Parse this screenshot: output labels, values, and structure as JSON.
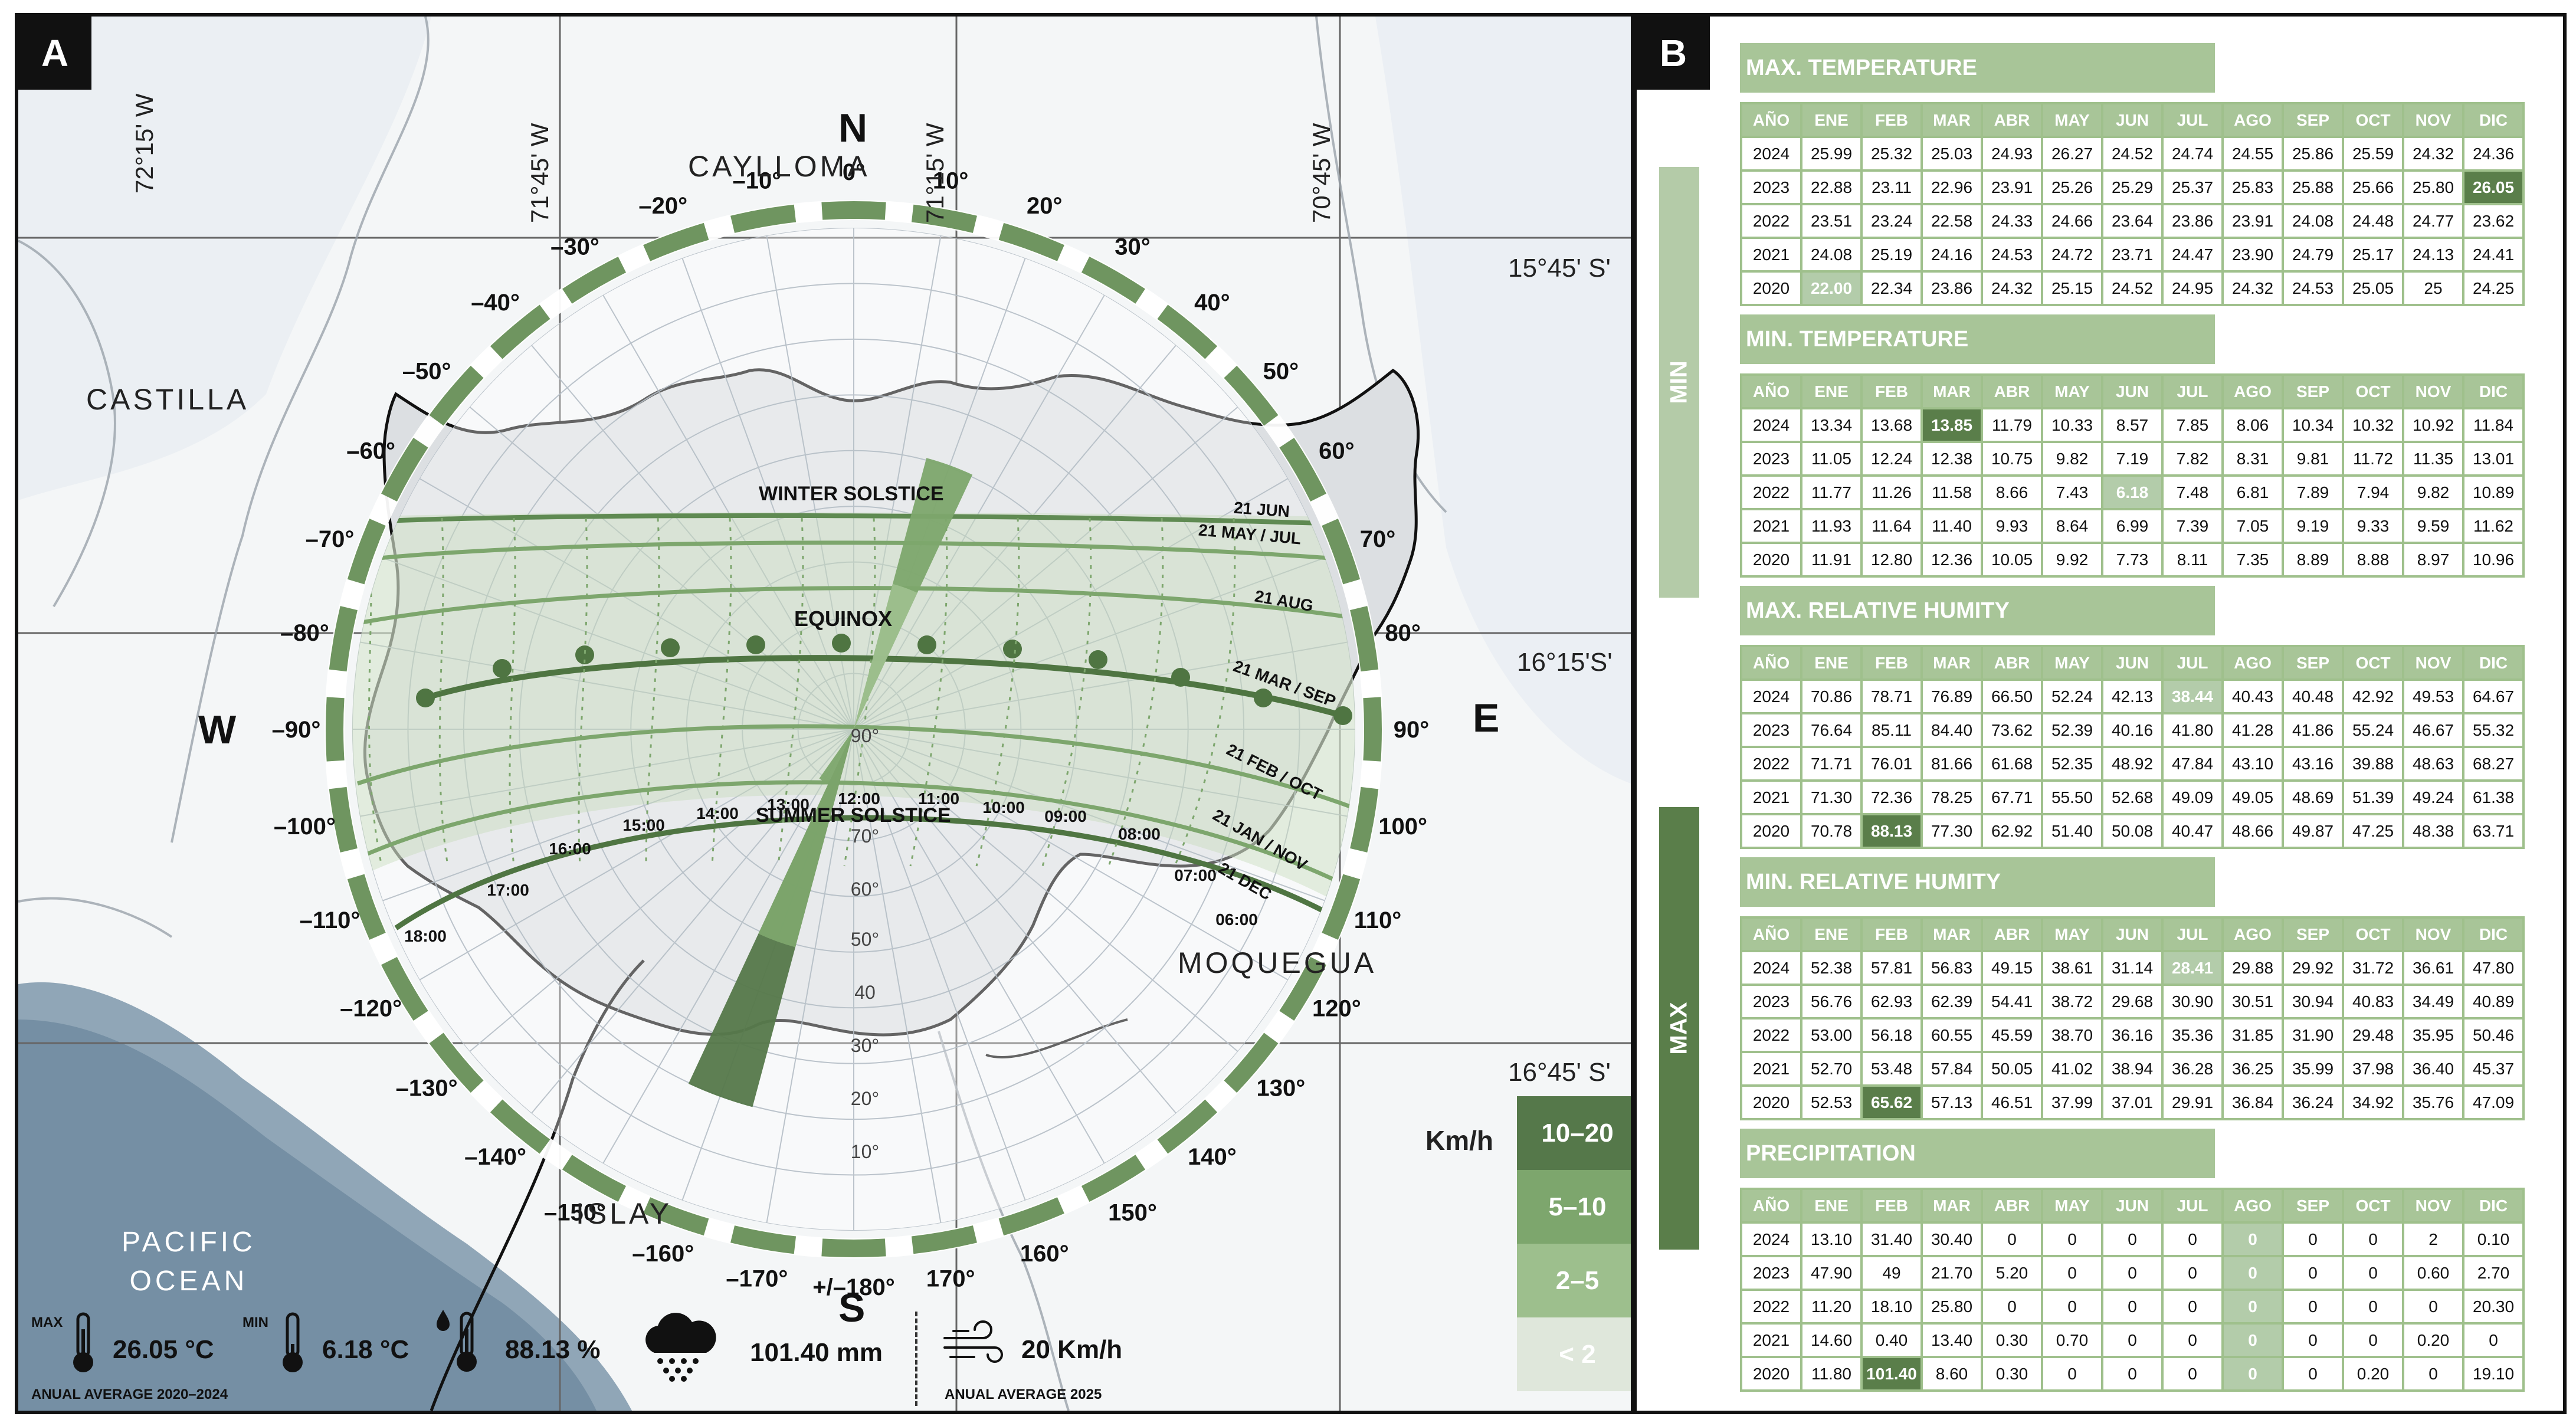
{
  "panel_a": {
    "letter": "A",
    "coords": {
      "lon_1": "72°15' W",
      "lon_2": "71°45' W",
      "lon_3": "71°15' W",
      "lon_4": "70°45' W",
      "lat_1": "15°45' S'",
      "lat_2": "16°15'S'",
      "lat_3": "16°45' S'"
    },
    "places": {
      "caylloma": "CAYLLOMA",
      "castilla": "CASTILLA",
      "moquegua": "MOQUEGUA",
      "islay": "ISLAY",
      "ocean": [
        "PACIFIC",
        "OCEAN"
      ]
    },
    "compass": {
      "n": "N",
      "s": "S",
      "e": "E",
      "w": "W"
    },
    "azimuth_labels": [
      "0°",
      "10°",
      "20°",
      "30°",
      "40°",
      "50°",
      "60°",
      "70°",
      "80°",
      "90°",
      "100°",
      "110°",
      "120°",
      "130°",
      "140°",
      "150°",
      "160°",
      "170°",
      "+/–180°",
      "–170°",
      "–160°",
      "–150°",
      "–140°",
      "–130°",
      "–120°",
      "–110°",
      "–100°",
      "–90°",
      "–80°",
      "–70°",
      "–60°",
      "–50°",
      "–40°",
      "–30°",
      "–20°",
      "–10°"
    ],
    "altitude_labels": [
      "90°",
      "70°",
      "60°",
      "50°",
      "40",
      "30°",
      "20°",
      "10°"
    ],
    "sun_paths": [
      "21 JUN",
      "21 MAY / JUL",
      "21 AUG",
      "21 MAR / SEP",
      "21 FEB / OCT",
      "21 JAN / NOV",
      "21 DEC"
    ],
    "sun_path_titles": {
      "winter": "WINTER SOLSTICE",
      "equinox": "EQUINOX",
      "summer": "SUMMER SOLSTICE"
    },
    "hours": [
      "06:00",
      "07:00",
      "08:00",
      "09:00",
      "10:00",
      "11:00",
      "12:00",
      "13:00",
      "14:00",
      "15:00",
      "16:00",
      "17:00",
      "18:00"
    ],
    "wind_rose": {
      "unit": "Km/h",
      "classes": [
        "10–20",
        "5–10",
        "2–5",
        "< 2"
      ],
      "class_colors": [
        "#55784a",
        "#7da66d",
        "#9dbf8d",
        "#dfe7db"
      ],
      "petals": [
        {
          "bearing_deg": 20,
          "length_pct": 56,
          "class": "5–10"
        },
        {
          "bearing_deg": 20,
          "length_pct": 30,
          "class": "2–5"
        },
        {
          "bearing_deg": 200,
          "length_pct": 78,
          "class": "10–20"
        },
        {
          "bearing_deg": 200,
          "length_pct": 45,
          "class": "5–10"
        },
        {
          "bearing_deg": 210,
          "length_pct": 12,
          "class": "5–10"
        }
      ]
    },
    "stats": {
      "max_label": "MAX",
      "max_temp": "26.05 °C",
      "min_label": "MIN",
      "min_temp": "6.18 °C",
      "humidity": "88.13 %",
      "precipitation": "101.40 mm",
      "wind": "20 Km/h",
      "note_left": "ANUAL AVERAGE 2020–2024",
      "note_right": "ANUAL AVERAGE 2025"
    }
  },
  "panel_b": {
    "letter": "B",
    "side_labels": {
      "min": "MIN",
      "max": "MAX"
    },
    "headers": [
      "AÑO",
      "ENE",
      "FEB",
      "MAR",
      "ABR",
      "MAY",
      "JUN",
      "JUL",
      "AGO",
      "SEP",
      "OCT",
      "NOV",
      "DIC"
    ],
    "tables": [
      {
        "title": "MAX. TEMPERATURE",
        "rows": [
          [
            "2024",
            "25.99",
            "25.32",
            "25.03",
            "24.93",
            "26.27",
            "24.52",
            "24.74",
            "24.55",
            "25.86",
            "25.59",
            "24.32",
            "24.36"
          ],
          [
            "2023",
            "22.88",
            "23.11",
            "22.96",
            "23.91",
            "25.26",
            "25.29",
            "25.37",
            "25.83",
            "25.88",
            "25.66",
            "25.80",
            "26.05"
          ],
          [
            "2022",
            "23.51",
            "23.24",
            "22.58",
            "24.33",
            "24.66",
            "23.64",
            "23.86",
            "23.91",
            "24.08",
            "24.48",
            "24.77",
            "23.62"
          ],
          [
            "2021",
            "24.08",
            "25.19",
            "24.16",
            "24.53",
            "24.72",
            "23.71",
            "24.47",
            "23.90",
            "24.79",
            "25.17",
            "24.13",
            "24.41"
          ],
          [
            "2020",
            "22.00",
            "22.34",
            "23.86",
            "24.32",
            "25.15",
            "24.52",
            "24.95",
            "24.32",
            "24.53",
            "25.05",
            "25",
            "24.25"
          ]
        ],
        "dark": [
          [
            1,
            12
          ]
        ],
        "light": [
          [
            4,
            1
          ]
        ]
      },
      {
        "title": "MIN. TEMPERATURE",
        "rows": [
          [
            "2024",
            "13.34",
            "13.68",
            "13.85",
            "11.79",
            "10.33",
            "8.57",
            "7.85",
            "8.06",
            "10.34",
            "10.32",
            "10.92",
            "11.84"
          ],
          [
            "2023",
            "11.05",
            "12.24",
            "12.38",
            "10.75",
            "9.82",
            "7.19",
            "7.82",
            "8.31",
            "9.81",
            "11.72",
            "11.35",
            "13.01"
          ],
          [
            "2022",
            "11.77",
            "11.26",
            "11.58",
            "8.66",
            "7.43",
            "6.18",
            "7.48",
            "6.81",
            "7.89",
            "7.94",
            "9.82",
            "10.89"
          ],
          [
            "2021",
            "11.93",
            "11.64",
            "11.40",
            "9.93",
            "8.64",
            "6.99",
            "7.39",
            "7.05",
            "9.19",
            "9.33",
            "9.59",
            "11.62"
          ],
          [
            "2020",
            "11.91",
            "12.80",
            "12.36",
            "10.05",
            "9.92",
            "7.73",
            "8.11",
            "7.35",
            "8.89",
            "8.88",
            "8.97",
            "10.96"
          ]
        ],
        "dark": [
          [
            0,
            3
          ]
        ],
        "light": [
          [
            2,
            6
          ]
        ]
      },
      {
        "title": "MAX. RELATIVE HUMITY",
        "rows": [
          [
            "2024",
            "70.86",
            "78.71",
            "76.89",
            "66.50",
            "52.24",
            "42.13",
            "38.44",
            "40.43",
            "40.48",
            "42.92",
            "49.53",
            "64.67"
          ],
          [
            "2023",
            "76.64",
            "85.11",
            "84.40",
            "73.62",
            "52.39",
            "40.16",
            "41.80",
            "41.28",
            "41.86",
            "55.24",
            "46.67",
            "55.32"
          ],
          [
            "2022",
            "71.71",
            "76.01",
            "81.66",
            "61.68",
            "52.35",
            "48.92",
            "47.84",
            "43.10",
            "43.16",
            "39.88",
            "48.63",
            "68.27"
          ],
          [
            "2021",
            "71.30",
            "72.36",
            "78.25",
            "67.71",
            "55.50",
            "52.68",
            "49.09",
            "49.05",
            "48.69",
            "51.39",
            "49.24",
            "61.38"
          ],
          [
            "2020",
            "70.78",
            "88.13",
            "77.30",
            "62.92",
            "51.40",
            "50.08",
            "40.47",
            "48.66",
            "49.87",
            "47.25",
            "48.38",
            "63.71"
          ]
        ],
        "dark": [
          [
            4,
            2
          ]
        ],
        "light": [
          [
            0,
            7
          ]
        ]
      },
      {
        "title": "MIN. RELATIVE HUMITY",
        "rows": [
          [
            "2024",
            "52.38",
            "57.81",
            "56.83",
            "49.15",
            "38.61",
            "31.14",
            "28.41",
            "29.88",
            "29.92",
            "31.72",
            "36.61",
            "47.80"
          ],
          [
            "2023",
            "56.76",
            "62.93",
            "62.39",
            "54.41",
            "38.72",
            "29.68",
            "30.90",
            "30.51",
            "30.94",
            "40.83",
            "34.49",
            "40.89"
          ],
          [
            "2022",
            "53.00",
            "56.18",
            "60.55",
            "45.59",
            "38.70",
            "36.16",
            "35.36",
            "31.85",
            "31.90",
            "29.48",
            "35.95",
            "50.46"
          ],
          [
            "2021",
            "52.70",
            "53.48",
            "57.84",
            "50.05",
            "41.02",
            "38.94",
            "36.28",
            "36.25",
            "35.99",
            "37.98",
            "36.40",
            "45.37"
          ],
          [
            "2020",
            "52.53",
            "65.62",
            "57.13",
            "46.51",
            "37.99",
            "37.01",
            "29.91",
            "36.84",
            "36.24",
            "34.92",
            "35.76",
            "47.09"
          ]
        ],
        "dark": [
          [
            4,
            2
          ]
        ],
        "light": [
          [
            0,
            7
          ]
        ]
      },
      {
        "title": "PRECIPITATION",
        "rows": [
          [
            "2024",
            "13.10",
            "31.40",
            "30.40",
            "0",
            "0",
            "0",
            "0",
            "0",
            "0",
            "0",
            "2",
            "0.10"
          ],
          [
            "2023",
            "47.90",
            "49",
            "21.70",
            "5.20",
            "0",
            "0",
            "0",
            "0",
            "0",
            "0",
            "0.60",
            "2.70"
          ],
          [
            "2022",
            "11.20",
            "18.10",
            "25.80",
            "0",
            "0",
            "0",
            "0",
            "0",
            "0",
            "0",
            "0",
            "20.30"
          ],
          [
            "2021",
            "14.60",
            "0.40",
            "13.40",
            "0.30",
            "0.70",
            "0",
            "0",
            "0",
            "0",
            "0",
            "0.20",
            "0"
          ],
          [
            "2020",
            "11.80",
            "101.40",
            "8.60",
            "0.30",
            "0",
            "0",
            "0",
            "0",
            "0",
            "0.20",
            "0",
            "19.10"
          ]
        ],
        "dark": [
          [
            4,
            2
          ]
        ],
        "light": [
          [
            0,
            8
          ],
          [
            1,
            8
          ],
          [
            2,
            8
          ],
          [
            3,
            8
          ],
          [
            4,
            8
          ]
        ]
      }
    ]
  }
}
